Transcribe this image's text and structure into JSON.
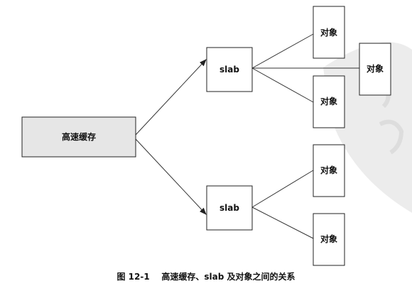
{
  "diagram": {
    "cache_label": "高速缓存",
    "slab_top_label": "slab",
    "slab_bottom_label": "slab",
    "object_label_1": "对象",
    "object_label_2": "对象",
    "object_label_3": "对象",
    "object_label_4": "对象",
    "object_label_5": "对象"
  },
  "caption": {
    "figure_number": "图 12-1",
    "title": "高速缓存、slab 及对象之间的关系"
  },
  "colors": {
    "cache_fill": "#e6e6e6",
    "box_stroke": "#222222",
    "line": "#333333",
    "watermark": "#e9e9e9"
  }
}
